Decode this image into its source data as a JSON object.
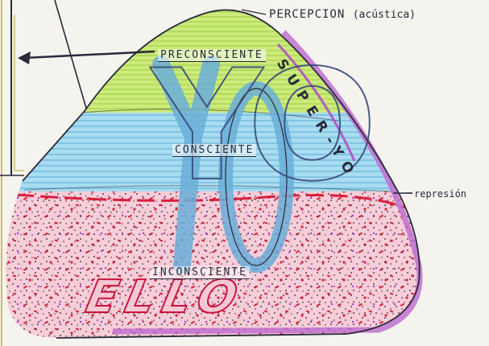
{
  "labels": {
    "perception": "PERCEPCION",
    "perception_note": "(acústica)",
    "preconscious": "PRECONSCIENTE",
    "conscious": "CONSCIENTE",
    "unconscious": "INCONSCIENTE",
    "repression": "represión",
    "ego": "YO",
    "superego": "SUPER-YO",
    "id": "ELLO"
  },
  "colors": {
    "perception_layer": "#b8e04a",
    "conscious_layer": "#7ec8e8",
    "unconscious_layer": "#f2b6c8",
    "superego_band": "#c070d0",
    "ego_letters": "#6aaed8",
    "id_letters": "#c8143c",
    "outline": "#2a2a3a",
    "page": "#f4f3ee"
  }
}
